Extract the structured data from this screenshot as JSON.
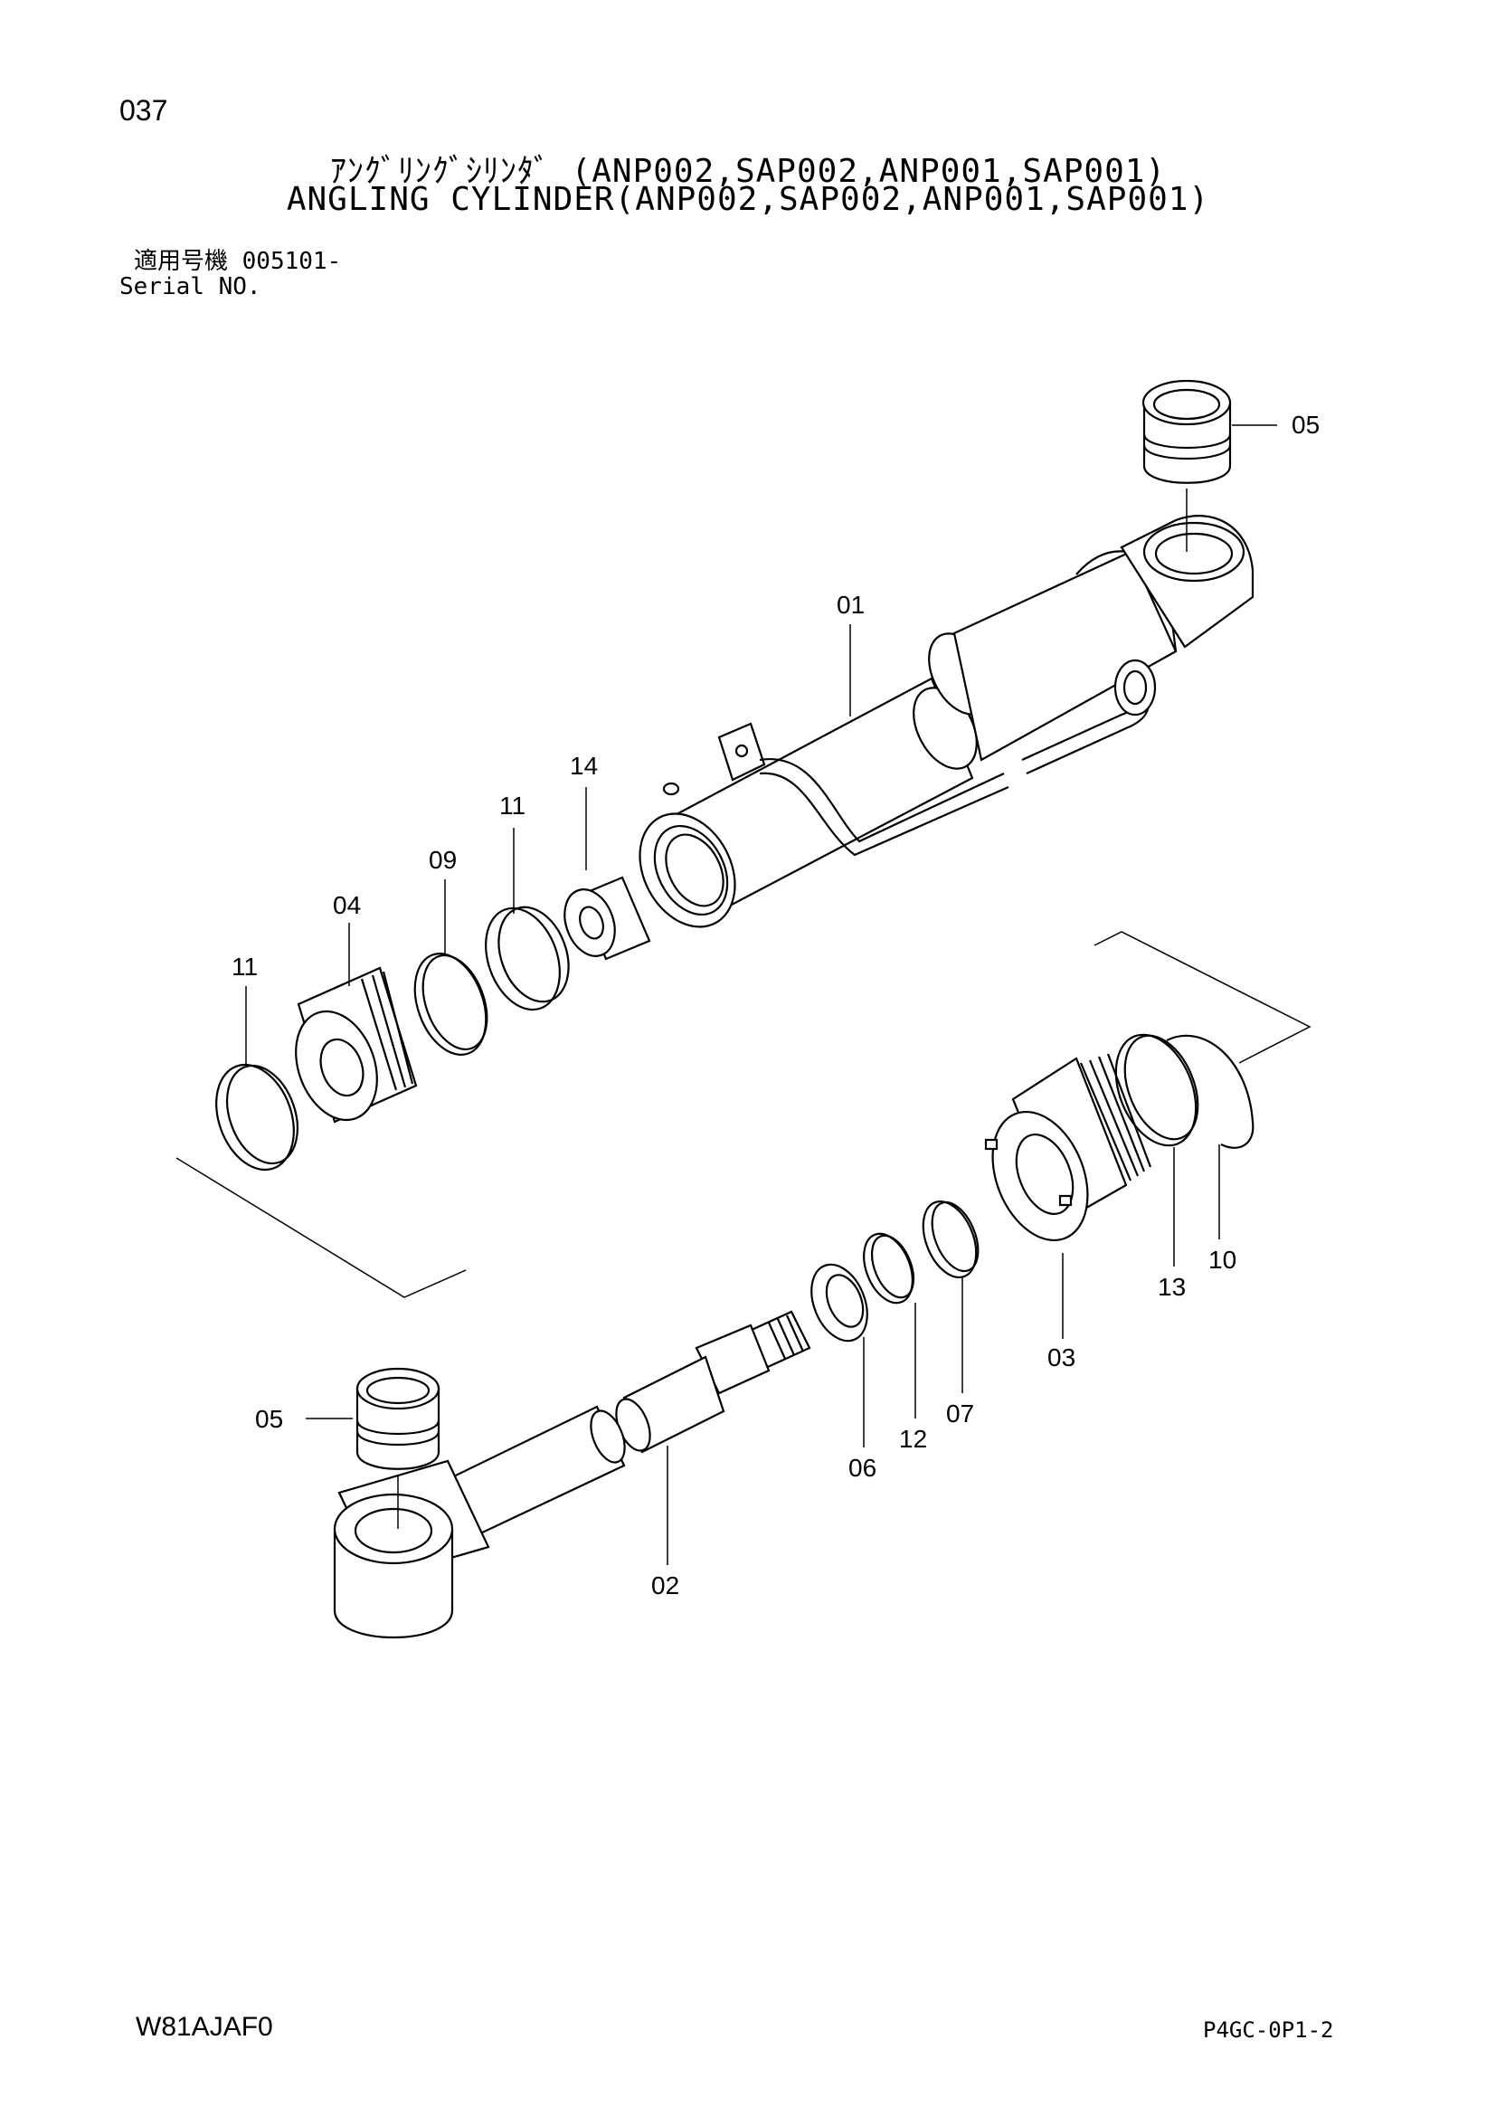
{
  "header": {
    "page_number": "037",
    "title_ja": "ｱﾝｸﾞﾘﾝｸﾞｼﾘﾝﾀﾞ (ANP002,SAP002,ANP001,SAP001)",
    "title_en": "ANGLING CYLINDER(ANP002,SAP002,ANP001,SAP001)",
    "serial_ja": "適用号機 005101-",
    "serial_en": "Serial NO."
  },
  "callouts": {
    "p01": "01",
    "p02": "02",
    "p03": "03",
    "p04": "04",
    "p05_top": "05",
    "p05_bottom": "05",
    "p06": "06",
    "p07": "07",
    "p09": "09",
    "p10": "10",
    "p11_left": "11",
    "p11_mid": "11",
    "p12": "12",
    "p13": "13",
    "p14": "14"
  },
  "footer": {
    "doc_code": "W81AJAF0",
    "page_ref": "P4GC-0P1-2"
  }
}
